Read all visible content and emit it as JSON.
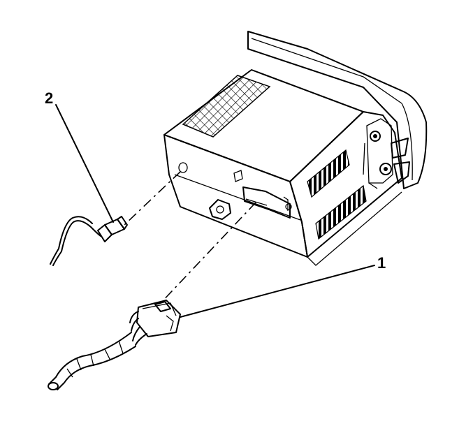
{
  "callouts": [
    {
      "label": "1",
      "part": "wiring-harness-connector"
    },
    {
      "label": "2",
      "part": "antenna-cable"
    }
  ],
  "colors": {
    "line": "#000000",
    "background": "#ffffff"
  }
}
